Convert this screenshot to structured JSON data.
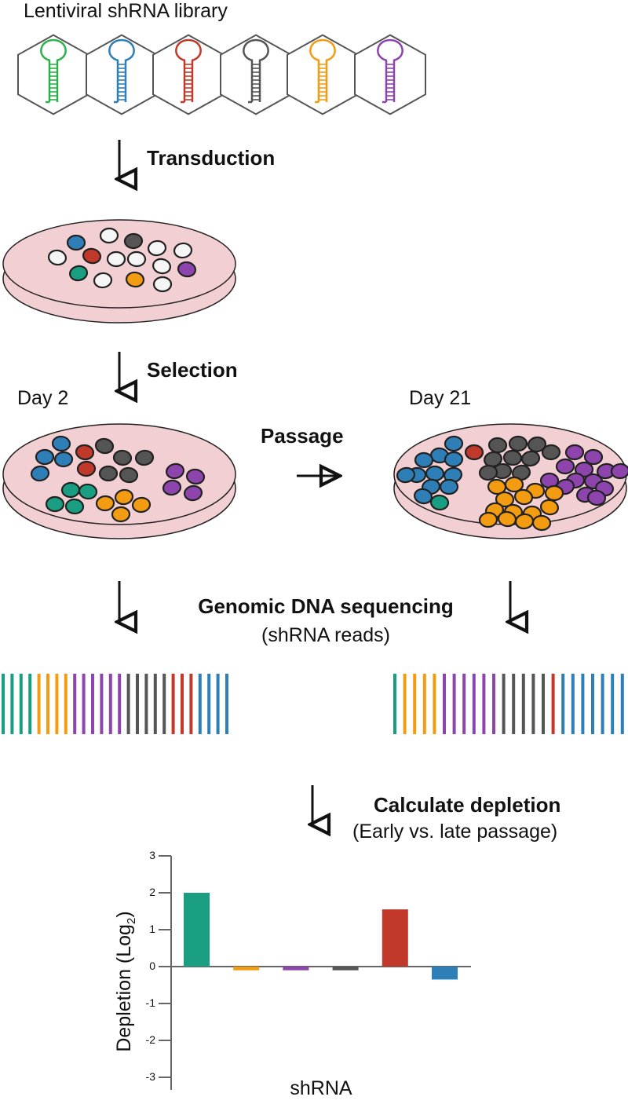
{
  "title": "Lentiviral shRNA library",
  "colors": {
    "teal": "#1a9e82",
    "green": "#2db24a",
    "blue": "#2e7fb8",
    "red": "#c0392b",
    "gray": "#555555",
    "orange": "#f39c12",
    "purple": "#8e44ad",
    "dish_fill": "#f2cfd2",
    "cell_empty": "#f5f5f5"
  },
  "library_colors": [
    "green",
    "blue",
    "red",
    "gray",
    "orange",
    "purple"
  ],
  "steps": {
    "transduction": "Transduction",
    "selection": "Selection",
    "passage": "Passage",
    "sequencing": "Genomic DNA sequencing",
    "sequencing_sub": "(shRNA reads)",
    "depletion": "Calculate depletion",
    "depletion_sub": "(Early vs. late passage)"
  },
  "labels": {
    "day_early": "Day 2",
    "day_late": "Day 21"
  },
  "reads_day2": [
    "teal",
    "teal",
    "teal",
    "teal",
    "orange",
    "orange",
    "orange",
    "orange",
    "purple",
    "purple",
    "purple",
    "purple",
    "purple",
    "purple",
    "gray",
    "gray",
    "gray",
    "gray",
    "gray",
    "red",
    "red",
    "red",
    "blue",
    "blue",
    "blue",
    "blue"
  ],
  "reads_day21": [
    "teal",
    "orange",
    "orange",
    "orange",
    "orange",
    "purple",
    "purple",
    "purple",
    "purple",
    "purple",
    "purple",
    "gray",
    "gray",
    "gray",
    "gray",
    "gray",
    "red",
    "blue",
    "blue",
    "blue",
    "blue",
    "blue",
    "blue",
    "blue"
  ],
  "chart_data": {
    "type": "bar",
    "categories": [
      "teal",
      "orange",
      "purple",
      "gray",
      "red",
      "blue"
    ],
    "values": [
      2.0,
      -0.1,
      -0.1,
      -0.1,
      1.55,
      -0.35
    ],
    "ylim": [
      -3,
      3
    ],
    "yticks": [
      3,
      2,
      1,
      0,
      -1,
      -2,
      -3
    ],
    "xlabel": "shRNA",
    "ylabel": "Depletion (Log",
    "ylabel_sub": "2",
    "ylabel_end": ")"
  }
}
